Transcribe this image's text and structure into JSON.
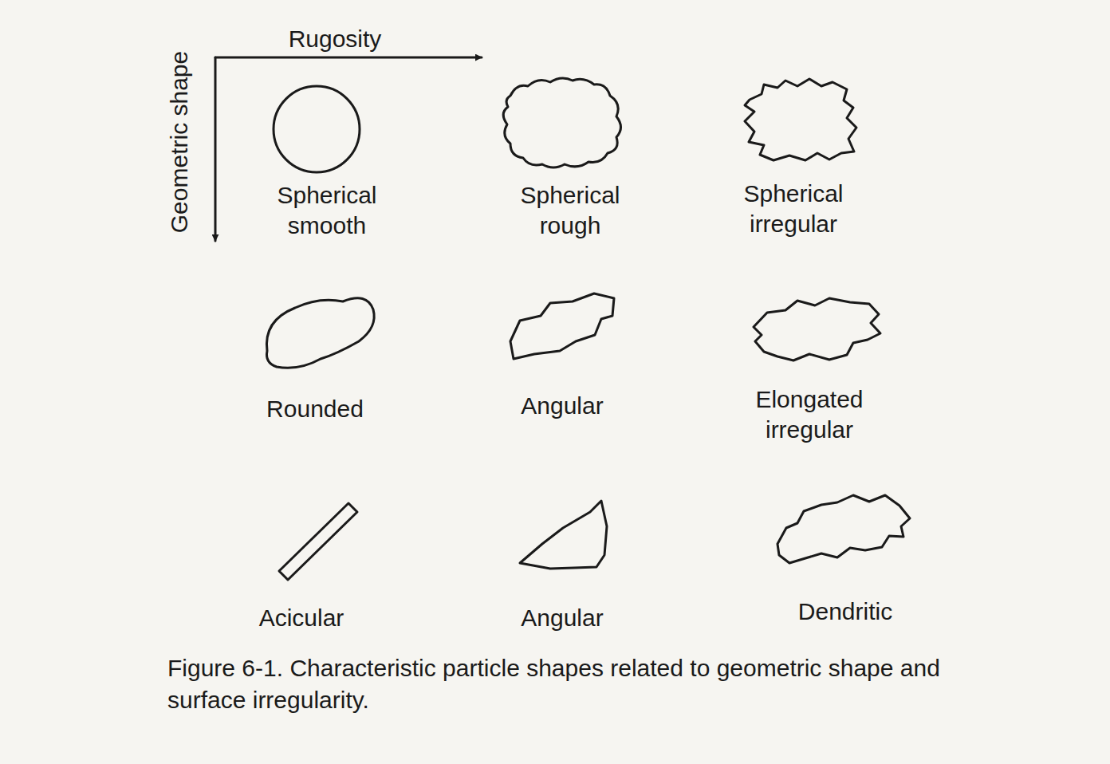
{
  "diagram": {
    "caption": "Figure 6-1. Characteristic particle shapes related to geometric shape and surface irregularity.",
    "labels": [
      "Rugosity",
      "Geometric shape",
      "Spherical smooth",
      "Spherical rough",
      "Spherical irregular",
      "Rounded",
      "Angular",
      "Elongated irregular",
      "Acicular",
      "Angular",
      "Dendritic"
    ]
  }
}
